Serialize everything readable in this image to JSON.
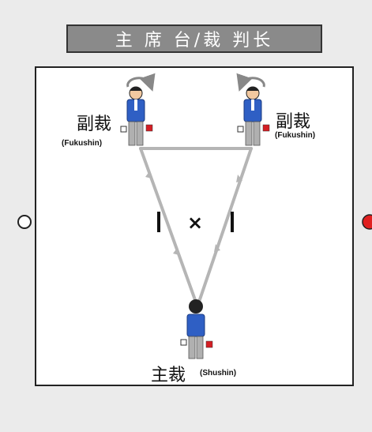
{
  "header": {
    "title": "主 席 台/裁 判长"
  },
  "referees": {
    "left": {
      "role_cn": "副裁",
      "role_en": "(Fukushin)"
    },
    "right": {
      "role_cn": "副裁",
      "role_en": "(Fukushin)"
    },
    "main": {
      "role_cn": "主裁",
      "role_en": "(Shushin)"
    }
  },
  "court": {
    "center_mark": "×"
  },
  "colors": {
    "page_bg": "#ebebeb",
    "banner_bg": "#8a8a8a",
    "court_bg": "#ffffff",
    "path_line": "#b5b5b5",
    "uniform": "#2f5fc4",
    "red_flag": "#d41e24",
    "white_flag": "#ffffff",
    "red_marker": "#e02020"
  },
  "icons": [
    "rotate-arrow-icon",
    "referee-figure-icon",
    "white-flag-icon",
    "red-flag-icon",
    "white-position-marker-icon",
    "red-position-marker-icon"
  ]
}
